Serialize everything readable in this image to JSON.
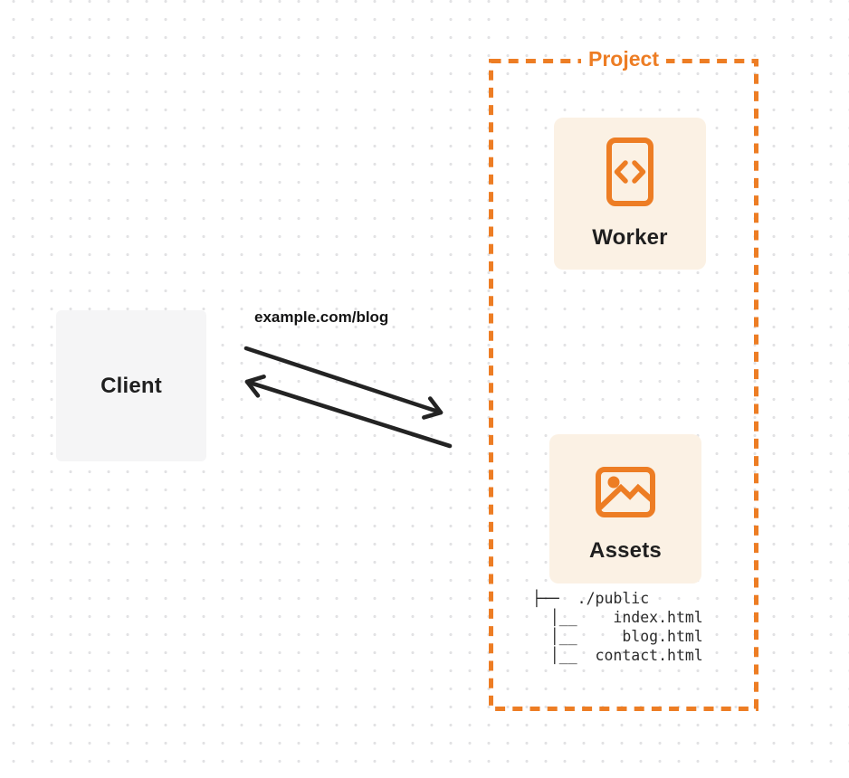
{
  "colors": {
    "accent": "#ED7D24",
    "card_background": "#FBF1E4",
    "client_background": "#F5F5F6",
    "text_dark": "#1F1F1F",
    "arrow": "#232323",
    "grid_dot": "#E2E2E4"
  },
  "client": {
    "label": "Client"
  },
  "request": {
    "label": "example.com/blog"
  },
  "project": {
    "title": "Project",
    "worker": {
      "label": "Worker",
      "icon": "code-document-icon"
    },
    "assets": {
      "label": "Assets",
      "icon": "image-icon",
      "file_tree": [
        "├──  ./public",
        "  │__    index.html",
        "  │__     blog.html",
        "  │__  contact.html"
      ]
    }
  }
}
